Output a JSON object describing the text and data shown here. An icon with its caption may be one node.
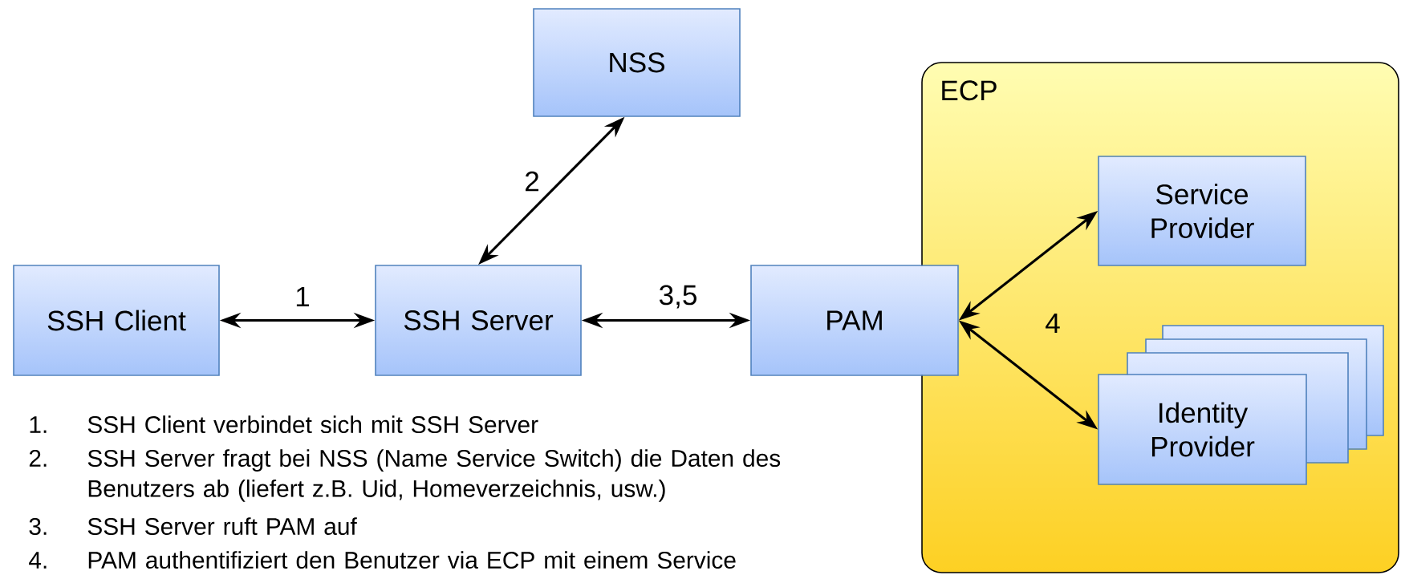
{
  "diagram": {
    "nodes": [
      {
        "text": [
          "NSS"
        ]
      },
      {
        "text": [
          "SSH Client"
        ]
      },
      {
        "text": [
          "SSH Server"
        ]
      },
      {
        "text": [
          "PAM"
        ]
      },
      {
        "text": [
          "ECP"
        ]
      },
      {
        "text": [
          "Service Provider"
        ],
        "in": 4
      },
      {
        "text": [
          "Identity Provider"
        ],
        "in": 4
      }
    ],
    "edges": [
      {
        "from": 1,
        "to": 2,
        "arrow": "both",
        "label": "1"
      },
      {
        "from": 2,
        "to": 0,
        "arrow": "both",
        "label": "2"
      },
      {
        "from": 2,
        "to": 3,
        "arrow": "both",
        "label": "3,5"
      },
      {
        "from": 3,
        "to": 5,
        "arrow": "both"
      },
      {
        "from": 3,
        "to": 6,
        "arrow": "both"
      }
    ],
    "labels": [
      "4",
      "1.",
      "SSH Client verbindet sich mit SSH Server",
      "2.",
      "SSH Server fragt bei NSS (Name Service Switch) die Daten des Benutzers ab (liefert z.B. Uid, Homeverzeichnis, usw.)",
      "3.",
      "SSH Server ruft PAM auf",
      "4.",
      "PAM authentifiziert den Benutzer via ECP mit einem Service"
    ]
  }
}
